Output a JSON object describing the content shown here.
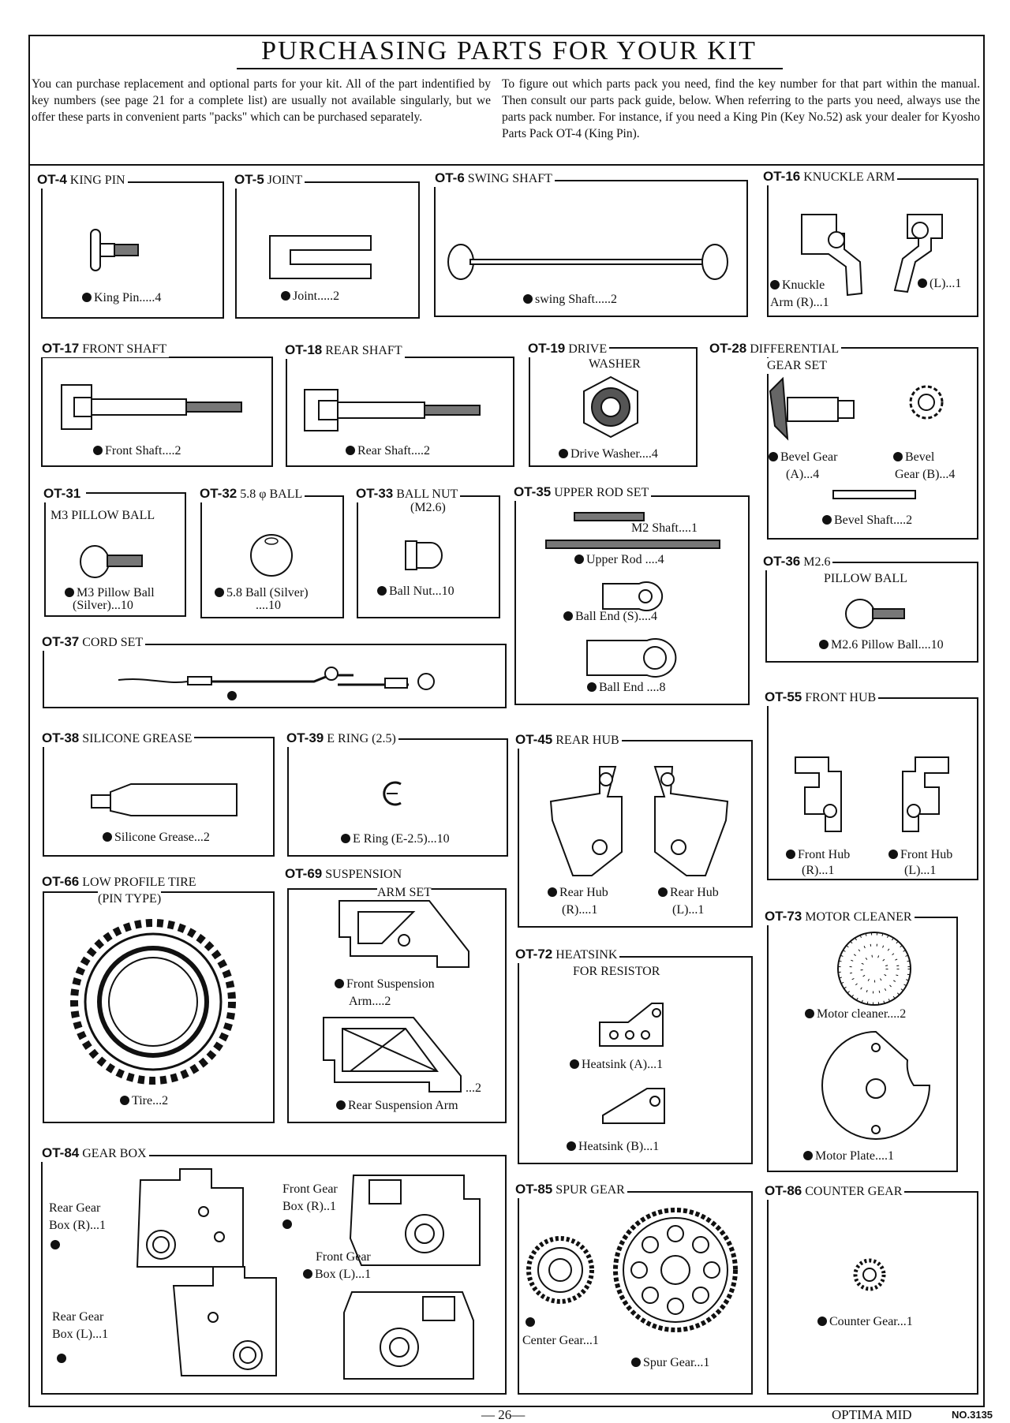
{
  "title": "PURCHASING PARTS FOR YOUR KIT",
  "intro": {
    "left": "You can purchase replacement and optional parts for your kit. All of the part indentified by key numbers (see page 21 for a complete list) are usually not available singularly, but we offer these parts in convenient parts \"packs\" which can be purchased separately.",
    "right": "To figure out which parts pack you need, find the key number for that part within the manual.  Then consult our parts pack guide, below. When referring to the parts you need, always use the parts pack number.  For instance, if you need a King Pin (Key No.52) ask your dealer for Kyosho Parts Pack OT-4 (King Pin)."
  },
  "packs": {
    "ot4": {
      "code": "OT-4",
      "name": "KING PIN",
      "cap": "King Pin.....4"
    },
    "ot5": {
      "code": "OT-5",
      "name": "JOINT",
      "cap": "Joint.....2"
    },
    "ot6": {
      "code": "OT-6",
      "name": "SWING SHAFT",
      "cap": "swing Shaft.....2"
    },
    "ot16": {
      "code": "OT-16",
      "name": "KNUCKLE ARM",
      "cap1": "Knuckle",
      "cap2": "Arm (R)...1",
      "cap3": "(L)...1"
    },
    "ot17": {
      "code": "OT-17",
      "name": "FRONT SHAFT",
      "cap": "Front Shaft....2"
    },
    "ot18": {
      "code": "OT-18",
      "name": "REAR SHAFT",
      "cap": "Rear Shaft....2"
    },
    "ot19": {
      "code": "OT-19",
      "name": "DRIVE",
      "name2": "WASHER",
      "cap": "Drive Washer....4"
    },
    "ot28": {
      "code": "OT-28",
      "name": "DIFFERENTIAL",
      "name2": "GEAR SET",
      "cap1a": "Bevel Gear",
      "cap1b": "(A)...4",
      "cap2a": "Bevel",
      "cap2b": "Gear (B)...4",
      "cap3": "Bevel Shaft....2"
    },
    "ot31": {
      "code": "OT-31",
      "name": "M3 PILLOW BALL",
      "cap1": "M3 Pillow Ball",
      "cap2": "(Silver)...10"
    },
    "ot32": {
      "code": "OT-32",
      "name": "5.8 φ BALL",
      "cap1": "5.8 Ball (Silver)",
      "cap2": "....10"
    },
    "ot33": {
      "code": "OT-33",
      "name": "BALL NUT",
      "name2": "(M2.6)",
      "cap": "Ball Nut...10"
    },
    "ot35": {
      "code": "OT-35",
      "name": "UPPER ROD SET",
      "cap1": "M2 Shaft....1",
      "cap2": "Upper Rod ....4",
      "cap3": "Ball End (S)....4",
      "cap4": "Ball End ....8"
    },
    "ot36": {
      "code": "OT-36",
      "name": "M2.6",
      "name2": "PILLOW BALL",
      "cap": "M2.6 Pillow Ball....10"
    },
    "ot37": {
      "code": "OT-37",
      "name": "CORD SET"
    },
    "ot38": {
      "code": "OT-38",
      "name": "SILICONE GREASE",
      "cap": "Silicone Grease...2"
    },
    "ot39": {
      "code": "OT-39",
      "name": "E RING (2.5)",
      "cap": "E Ring (E-2.5)...10"
    },
    "ot45": {
      "code": "OT-45",
      "name": "REAR HUB",
      "cap1a": "Rear Hub",
      "cap1b": "(R)....1",
      "cap2a": "Rear Hub",
      "cap2b": "(L)...1"
    },
    "ot55": {
      "code": "OT-55",
      "name": "FRONT HUB",
      "cap1a": "Front Hub",
      "cap1b": "(R)...1",
      "cap2a": "Front Hub",
      "cap2b": "(L)...1"
    },
    "ot66": {
      "code": "OT-66",
      "name": "LOW PROFILE TIRE",
      "name2": "(PIN TYPE)",
      "cap": "Tire...2"
    },
    "ot69": {
      "code": "OT-69",
      "name": "SUSPENSION",
      "name2": "ARM SET",
      "cap1a": "Front Suspension",
      "cap1b": "Arm....2",
      "cap2a": "...2",
      "cap2b": "Rear Suspension Arm"
    },
    "ot72": {
      "code": "OT-72",
      "name": "HEATSINK",
      "name2": "FOR RESISTOR",
      "cap1": "Heatsink (A)...1",
      "cap2": "Heatsink (B)...1"
    },
    "ot73": {
      "code": "OT-73",
      "name": "MOTOR CLEANER",
      "cap1": "Motor cleaner....2",
      "cap2": "Motor Plate....1"
    },
    "ot84": {
      "code": "OT-84",
      "name": "GEAR BOX",
      "c1a": "Rear Gear",
      "c1b": "Box (R)...1",
      "c2a": "Front Gear",
      "c2b": "Box (R)..1",
      "c3a": "Front Gear",
      "c3b": "Box (L)...1",
      "c4a": "Rear Gear",
      "c4b": "Box (L)...1"
    },
    "ot85": {
      "code": "OT-85",
      "name": "SPUR GEAR",
      "cap1": "Center Gear...1",
      "cap2": "Spur Gear...1"
    },
    "ot86": {
      "code": "OT-86",
      "name": "COUNTER GEAR",
      "cap": "Counter Gear...1"
    }
  },
  "footer": {
    "page": "— 26—",
    "model": "OPTIMA MID",
    "code": "NO.3135"
  }
}
